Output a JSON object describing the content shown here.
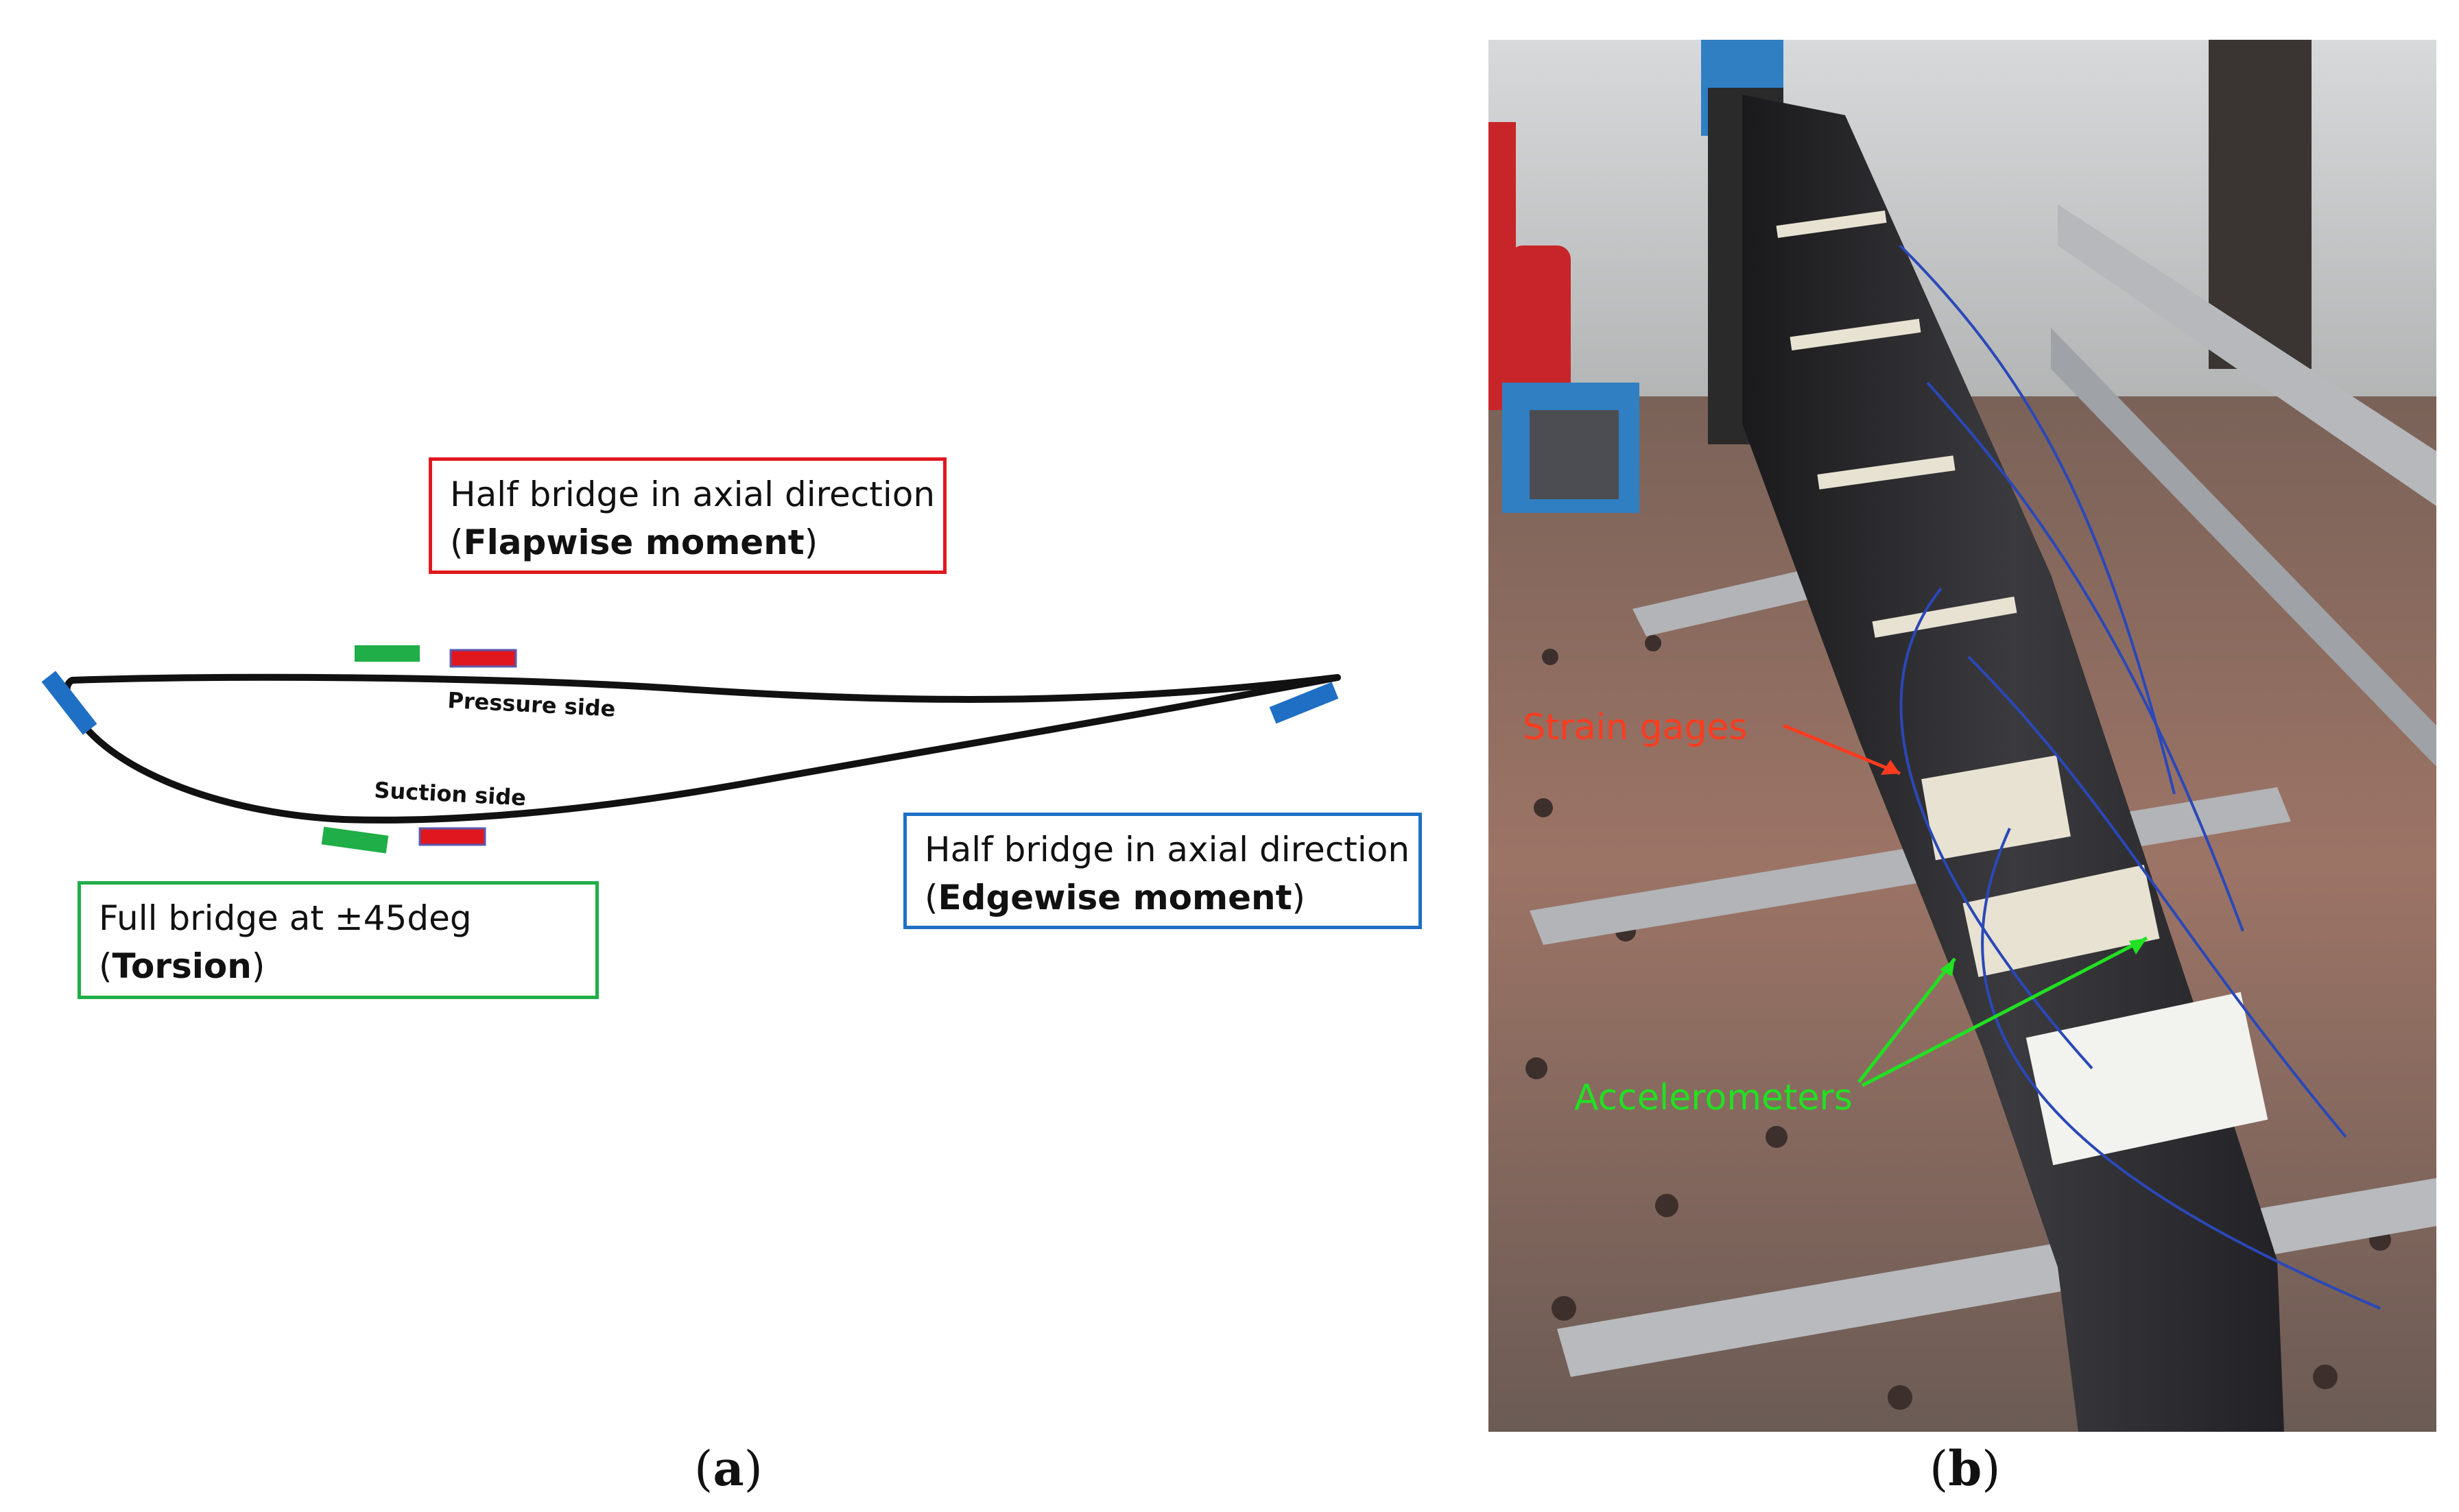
{
  "panel_a": {
    "flapwise_box": {
      "line1": "Half bridge in axial direction",
      "label": "Flapwise moment",
      "color": "#e0171e"
    },
    "edgewise_box": {
      "line1": "Half bridge in axial direction",
      "label": "Edgewise moment",
      "color": "#1f6fc4"
    },
    "torsion_box": {
      "line1": "Full bridge at ±45deg",
      "label": "Torsion",
      "color": "#1fae48"
    },
    "pressure_side": "Pressure side",
    "suction_side": "Suction side",
    "caption": "a"
  },
  "panel_b": {
    "strain_gages": "Strain gages",
    "accelerometers": "Accelerometers",
    "strain_color": "#ff3b1f",
    "accel_color": "#22e022",
    "caption": "b"
  }
}
